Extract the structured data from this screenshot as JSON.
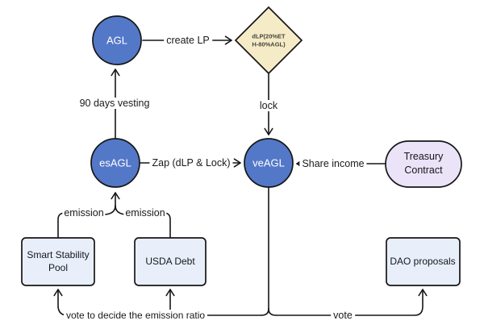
{
  "diagram": {
    "background": "#ffffff",
    "colors": {
      "node_blue": "#5478c8",
      "diamond_fill": "#f6ebc7",
      "treasury_fill": "#ebe3f8",
      "box_fill": "#e9effa",
      "line": "#161616",
      "text_light": "#ffffff",
      "text_dark": "#1a1a1a"
    },
    "nodes": {
      "agl": {
        "shape": "circle",
        "label": "AGL"
      },
      "dlp": {
        "shape": "diamond",
        "lines": [
          "dLP(20%ET",
          "H-80%AGL)"
        ]
      },
      "esagl": {
        "shape": "circle",
        "label": "esAGL"
      },
      "veagl": {
        "shape": "circle",
        "label": "veAGL"
      },
      "treasury": {
        "shape": "stadium",
        "lines": [
          "Treasury",
          "Contract"
        ]
      },
      "smart_stability_pool": {
        "shape": "rect",
        "lines": [
          "Smart Stability",
          "Pool"
        ]
      },
      "usda_debt": {
        "shape": "rect",
        "label": "USDA Debt"
      },
      "dao_proposals": {
        "shape": "rect",
        "label": "DAO proposals"
      }
    },
    "edges": {
      "create_lp": "create LP",
      "vesting": "90 days vesting",
      "lock": "lock",
      "zap": "Zap (dLP & Lock)",
      "share_income": "Share income",
      "emission_left": "emission",
      "emission_right": "emission",
      "vote_emission": "vote to decide the emission ratio",
      "vote": "vote"
    }
  }
}
